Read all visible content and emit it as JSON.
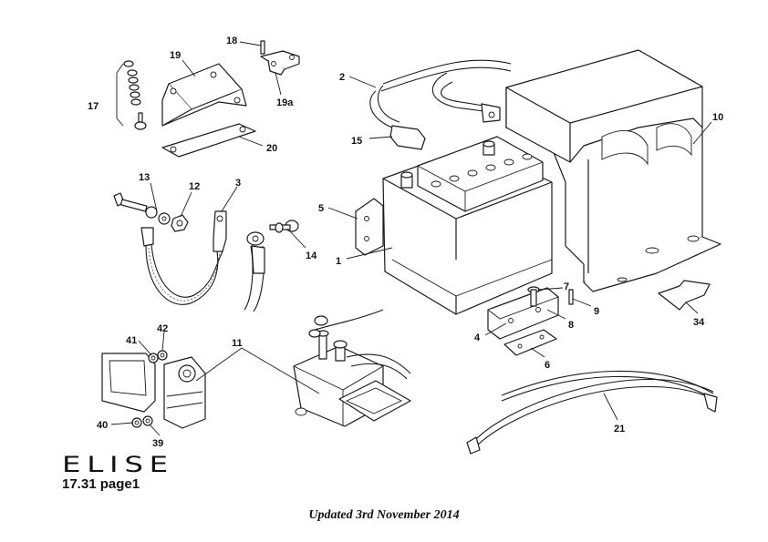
{
  "diagram": {
    "callouts": {
      "c1": "1",
      "c2": "2",
      "c3": "3",
      "c4": "4",
      "c5": "5",
      "c6": "6",
      "c7": "7",
      "c8": "8",
      "c9": "9",
      "c10": "10",
      "c11": "11",
      "c12": "12",
      "c13": "13",
      "c14": "14",
      "c15": "15",
      "c17": "17",
      "c18": "18",
      "c19": "19",
      "c19a": "19a",
      "c20": "20",
      "c21": "21",
      "c34": "34",
      "c39": "39",
      "c40": "40",
      "c41": "41",
      "c42": "42"
    }
  },
  "footer": {
    "logo_text": "ELISE",
    "page_label": "17.31 page1",
    "updated_text": "Updated 3rd November 2014"
  }
}
